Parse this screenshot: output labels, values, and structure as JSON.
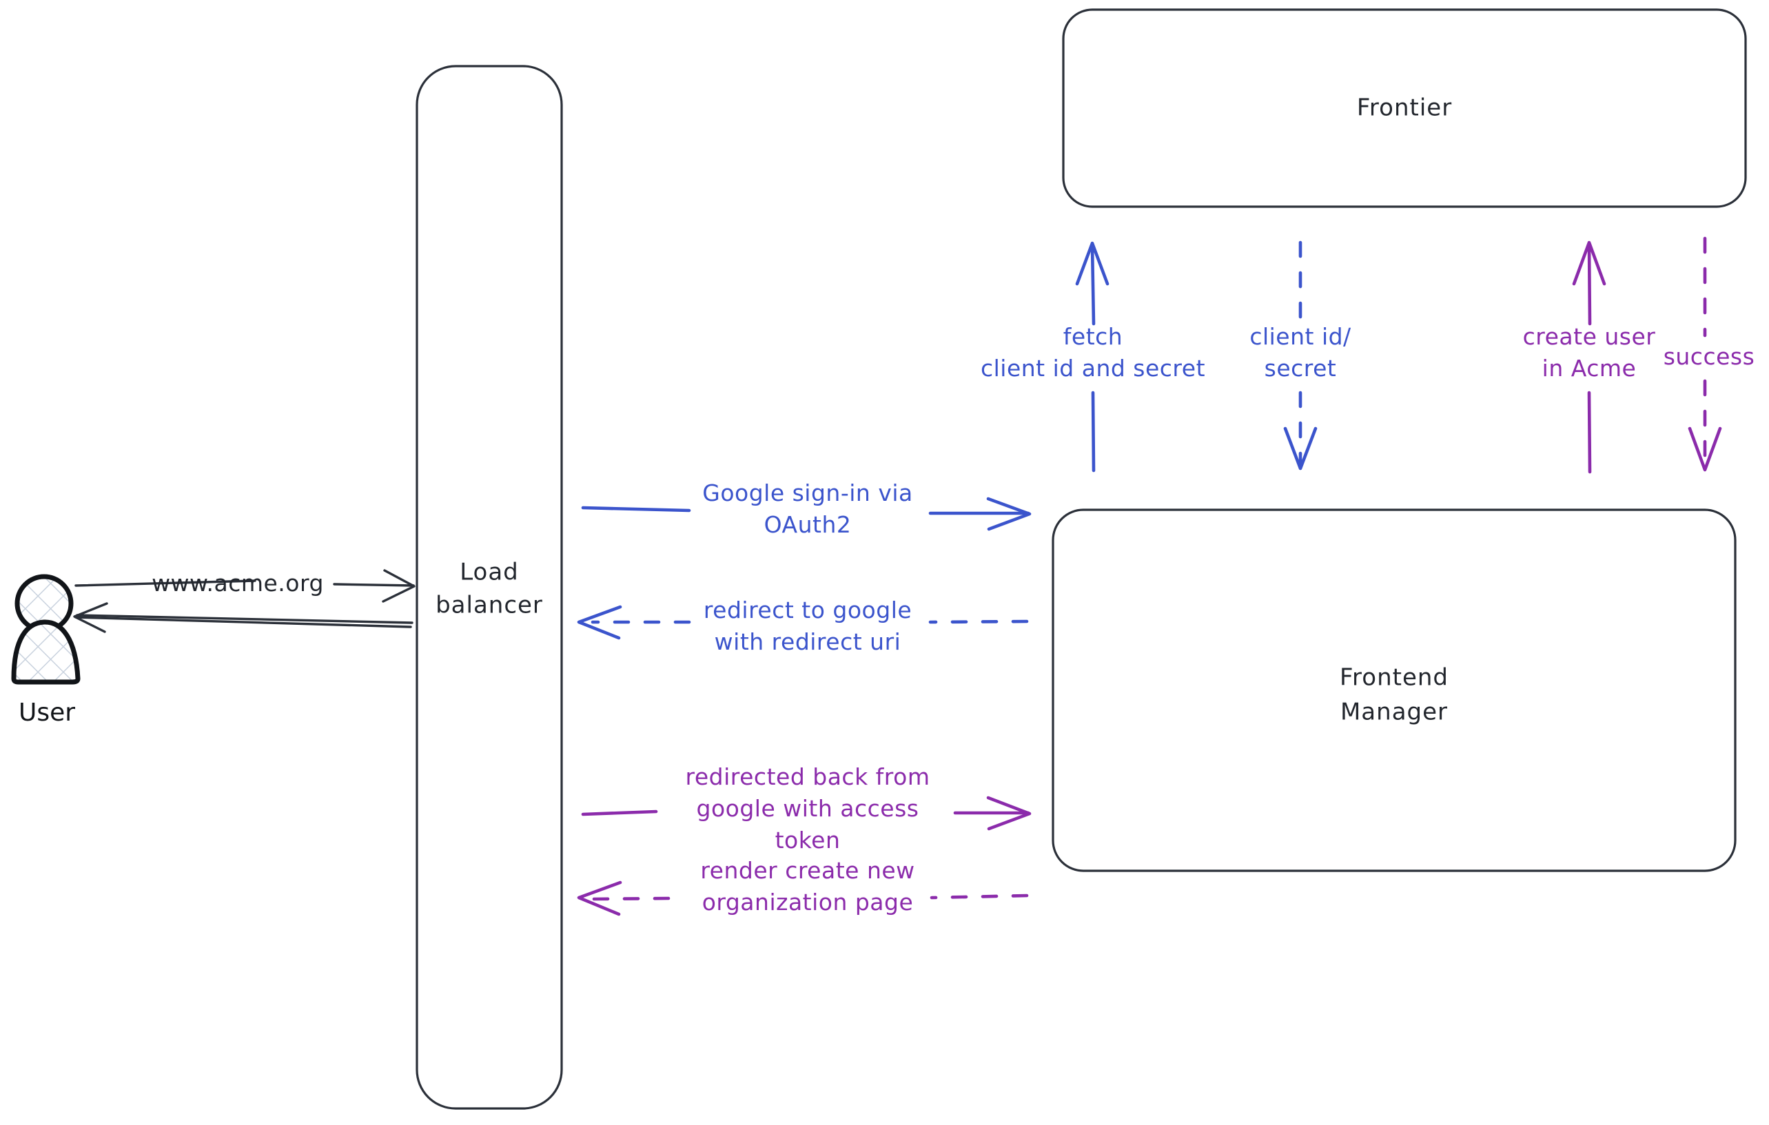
{
  "diagram": {
    "title": "Google OAuth2 sign-in sequence",
    "colors": {
      "dark": "#2b3039",
      "blue": "#3b54cc",
      "purple": "#8b2bab",
      "background": "#ffffff"
    }
  },
  "actors": {
    "user": {
      "label": "User",
      "icon": "user-avatar-icon"
    }
  },
  "nodes": [
    {
      "id": "load-balancer",
      "label_line1": "Load",
      "label_line2": "balancer"
    },
    {
      "id": "frontier",
      "label_line1": "Frontier",
      "label_line2": ""
    },
    {
      "id": "frontend-manager",
      "label_line1": "Frontend",
      "label_line2": "Manager"
    }
  ],
  "edges": [
    {
      "id": "user-to-lb",
      "from": "user",
      "to": "load-balancer",
      "label_lines": [
        "www.acme.org"
      ],
      "color": "#2b3039",
      "style": "solid",
      "direction": "right"
    },
    {
      "id": "lb-to-user",
      "from": "load-balancer",
      "to": "user",
      "label_lines": [],
      "color": "#2b3039",
      "style": "solid",
      "direction": "left"
    },
    {
      "id": "lb-to-fm-signin",
      "from": "load-balancer",
      "to": "frontend-manager",
      "label_lines": [
        "Google sign-in via",
        "OAuth2"
      ],
      "color": "#3b54cc",
      "style": "solid",
      "direction": "right"
    },
    {
      "id": "fm-to-lb-redirect",
      "from": "frontend-manager",
      "to": "load-balancer",
      "label_lines": [
        "redirect to google",
        "with redirect uri"
      ],
      "color": "#3b54cc",
      "style": "dashed",
      "direction": "left"
    },
    {
      "id": "lb-to-fm-token",
      "from": "load-balancer",
      "to": "frontend-manager",
      "label_lines": [
        "redirected back from",
        "google with access",
        "token"
      ],
      "color": "#8b2bab",
      "style": "solid",
      "direction": "right"
    },
    {
      "id": "fm-to-lb-render",
      "from": "frontend-manager",
      "to": "load-balancer",
      "label_lines": [
        "render create new",
        "organization page"
      ],
      "color": "#8b2bab",
      "style": "dashed",
      "direction": "left"
    },
    {
      "id": "fm-to-frontier-fetch",
      "from": "frontend-manager",
      "to": "frontier",
      "label_lines": [
        "fetch",
        "client id and secret"
      ],
      "color": "#3b54cc",
      "style": "solid",
      "direction": "up"
    },
    {
      "id": "frontier-to-fm-creds",
      "from": "frontier",
      "to": "frontend-manager",
      "label_lines": [
        "client id/",
        "secret"
      ],
      "color": "#3b54cc",
      "style": "dashed",
      "direction": "down"
    },
    {
      "id": "fm-to-frontier-create-user",
      "from": "frontend-manager",
      "to": "frontier",
      "label_lines": [
        "create user",
        "in Acme"
      ],
      "color": "#8b2bab",
      "style": "solid",
      "direction": "up"
    },
    {
      "id": "frontier-to-fm-success",
      "from": "frontier",
      "to": "frontend-manager",
      "label_lines": [
        "success"
      ],
      "color": "#8b2bab",
      "style": "dashed",
      "direction": "down"
    }
  ]
}
